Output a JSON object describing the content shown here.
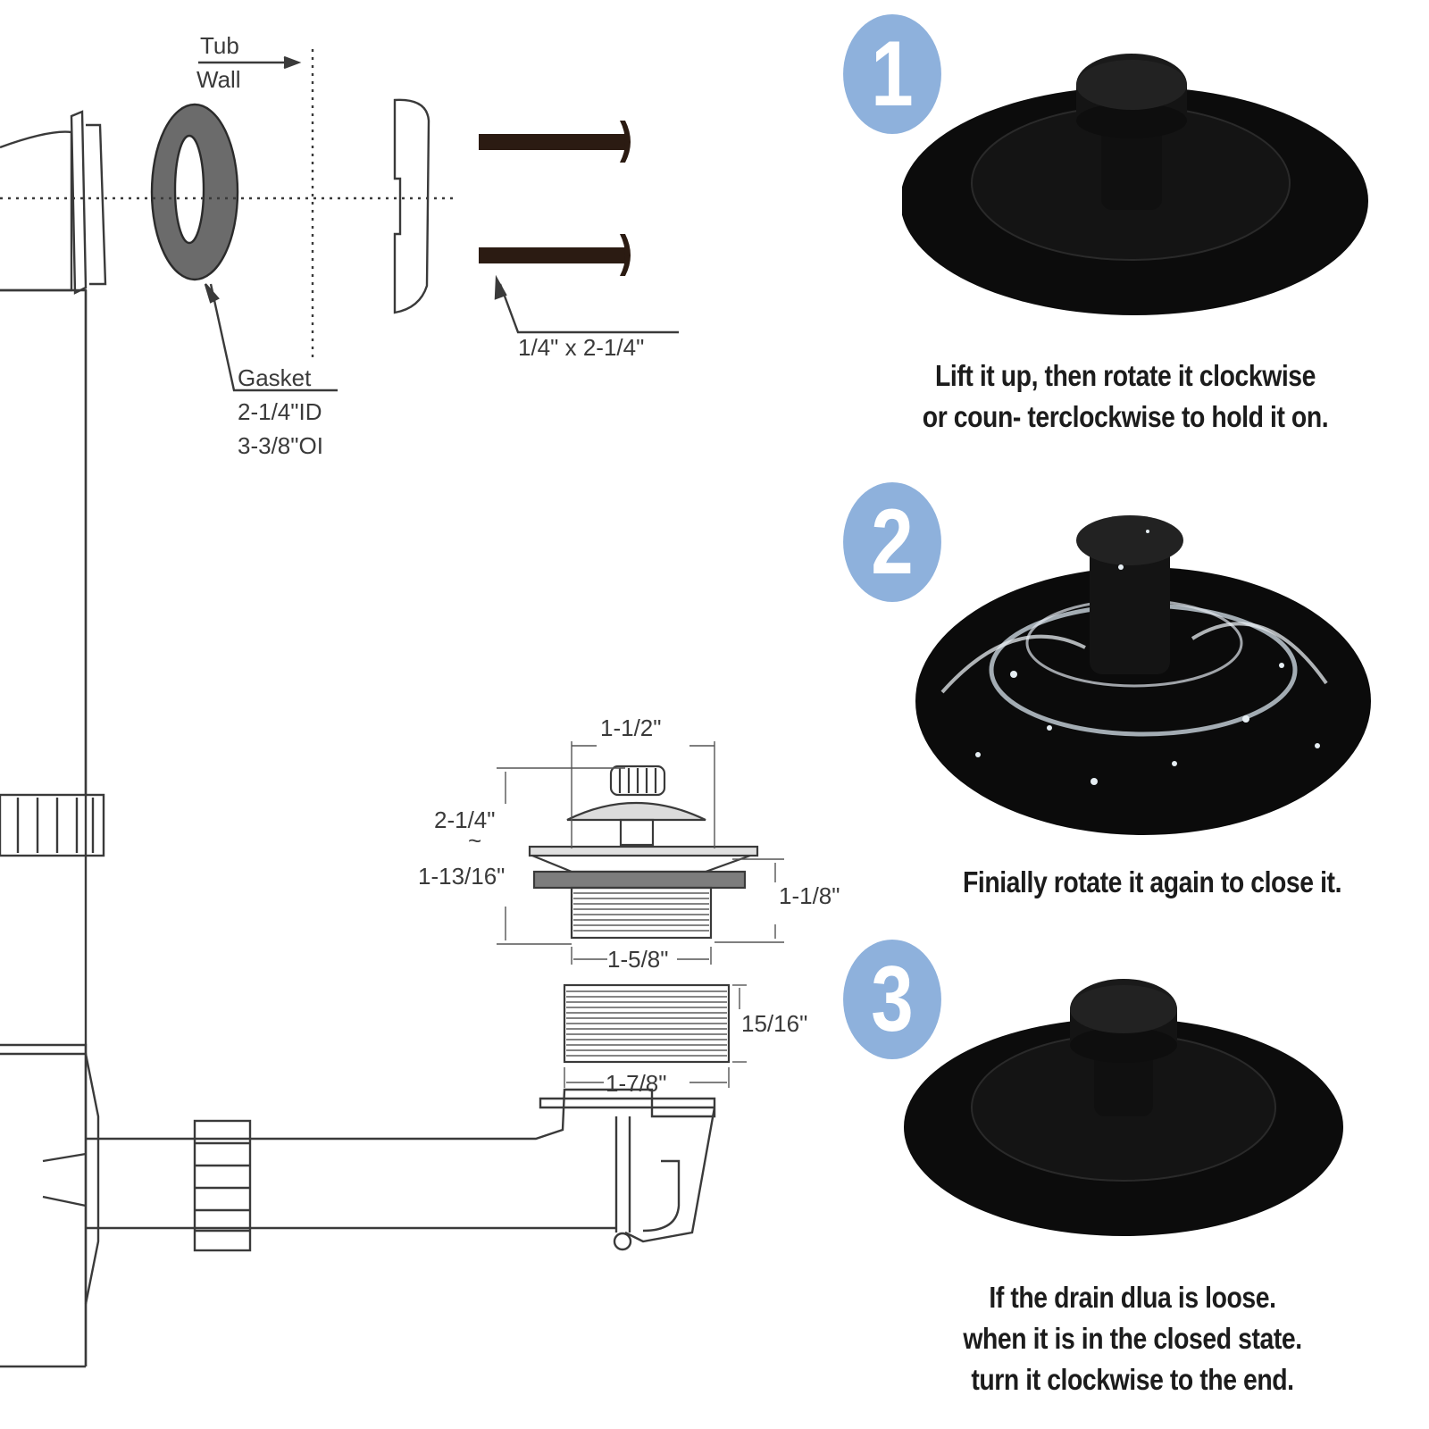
{
  "diagram": {
    "tub_wall_line1": "Tub",
    "tub_wall_line2": "Wall",
    "gasket_label": "Gasket",
    "gasket_id": "2-1/4\"ID",
    "gasket_od": "3-3/8\"OI",
    "screw_size": "1/4\" x 2-1/4\"",
    "dim_top_width": "1-1/2\"",
    "dim_height_max": "2-1/4\"",
    "dim_height_tilde": "~",
    "dim_height_min": "1-13/16\"",
    "dim_flange_height": "1-1/8\"",
    "dim_thread_width": "1-5/8\"",
    "dim_adapter_height": "15/16\"",
    "dim_adapter_width": "1-7/8\""
  },
  "steps": [
    {
      "number": "1",
      "caption_line1": "Lift it up, then rotate it clockwise",
      "caption_line2": "or coun- terclockwise to hold it on.",
      "caption_line3": ""
    },
    {
      "number": "2",
      "caption_line1": "Finially rotate it again to close it.",
      "caption_line2": "",
      "caption_line3": ""
    },
    {
      "number": "3",
      "caption_line1": "If the drain dlua is loose.",
      "caption_line2": "when it is in the closed state.",
      "caption_line3": "turn it clockwise to the end."
    }
  ],
  "colors": {
    "step_badge": "#8eb1dc",
    "stopper": "#0d0d0d",
    "line": "#3a3a3a"
  }
}
